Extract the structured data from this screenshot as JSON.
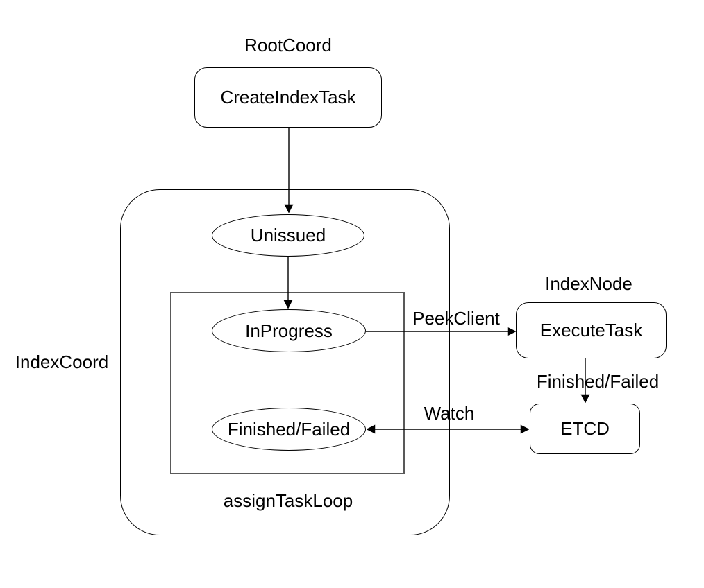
{
  "diagram": {
    "background_color": "#ffffff",
    "stroke_color": "#000000",
    "inner_loop_stroke_color": "#595959",
    "groups": {
      "root_coord": {
        "label": "RootCoord"
      },
      "index_coord": {
        "label": "IndexCoord"
      },
      "index_node": {
        "label": "IndexNode"
      },
      "assign_task_loop": {
        "label": "assignTaskLoop"
      }
    },
    "nodes": {
      "create_index_task": {
        "label": "CreateIndexTask",
        "shape": "rounded-rect"
      },
      "unissued": {
        "label": "Unissued",
        "shape": "ellipse"
      },
      "in_progress": {
        "label": "InProgress",
        "shape": "ellipse"
      },
      "finished_failed": {
        "label": "Finished/Failed",
        "shape": "ellipse"
      },
      "execute_task": {
        "label": "ExecuteTask",
        "shape": "rounded-rect"
      },
      "etcd": {
        "label": "ETCD",
        "shape": "rounded-rect"
      }
    },
    "edges": {
      "create_to_unissued": {
        "label": "",
        "from": "create_index_task",
        "to": "unissued"
      },
      "unissued_to_inprogress": {
        "label": "",
        "from": "unissued",
        "to": "in_progress"
      },
      "peek_client": {
        "label": "PeekClient",
        "from": "in_progress",
        "to": "execute_task"
      },
      "finished_failed_edge": {
        "label": "Finished/Failed",
        "from": "execute_task",
        "to": "etcd"
      },
      "watch": {
        "label": "Watch",
        "from": "etcd",
        "to": "finished_failed",
        "bidirectional": true
      }
    }
  }
}
